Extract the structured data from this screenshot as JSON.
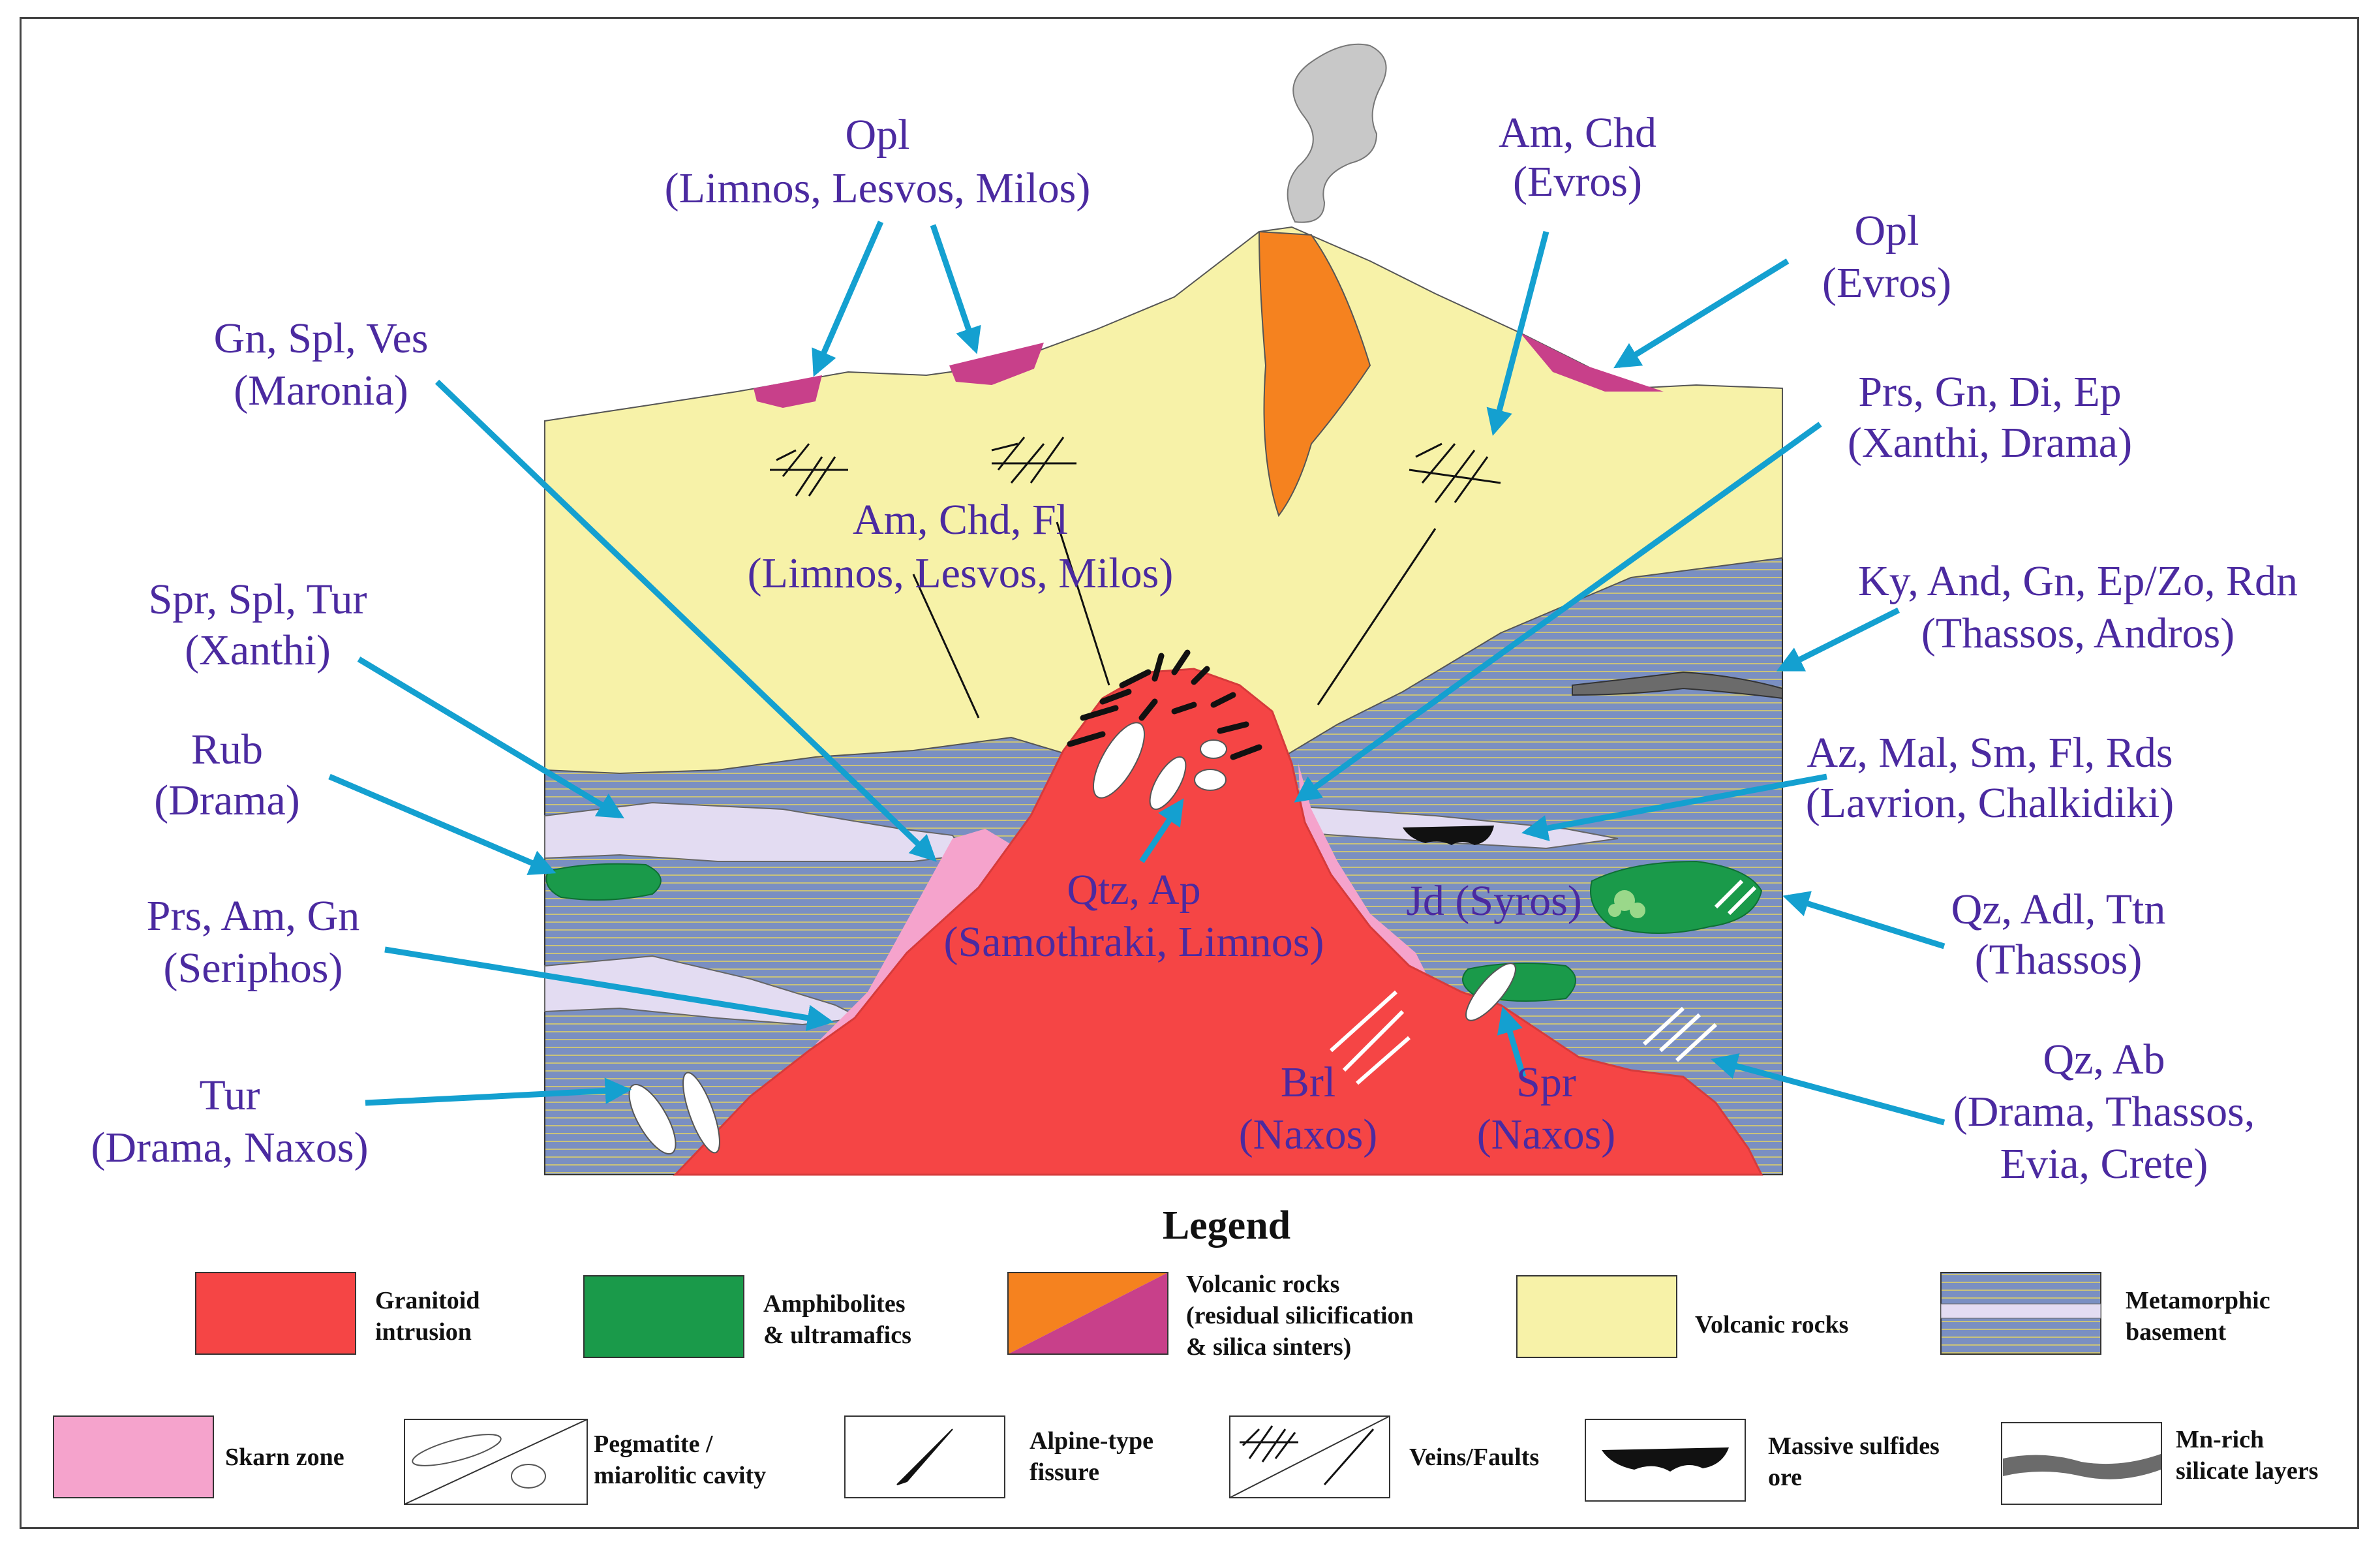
{
  "labels": {
    "opl_top": [
      "Opl",
      "(Limnos, Lesvos, Milos)"
    ],
    "am_chd_evros": [
      "Am, Chd",
      "(Evros)"
    ],
    "opl_evros": [
      "Opl",
      "(Evros)"
    ],
    "gn_spl_ves": [
      "Gn, Spl, Ves",
      "(Maronia)"
    ],
    "prs_gn_di_ep": [
      "Prs, Gn, Di, Ep",
      "(Xanthi, Drama)"
    ],
    "am_chd_fl": [
      "Am, Chd, Fl",
      "(Limnos, Lesvos, Milos)"
    ],
    "spr_spl_tur": [
      "Spr, Spl, Tur",
      "(Xanthi)"
    ],
    "ky_and": [
      "Ky, And, Gn, Ep/Zo, Rdn",
      "(Thassos, Andros)"
    ],
    "rub": [
      "Rub",
      "(Drama)"
    ],
    "az_mal": [
      "Az, Mal, Sm, Fl, Rds",
      "(Lavrion, Chalkidiki)"
    ],
    "qtz_ap": [
      "Qtz, Ap",
      "(Samothraki, Limnos)"
    ],
    "jd": "Jd (Syros)",
    "qz_adl_ttn": [
      "Qz, Adl, Ttn",
      "(Thassos)"
    ],
    "prs_am_gn": [
      "Prs, Am, Gn",
      "(Seriphos)"
    ],
    "tur": [
      "Tur",
      "(Drama, Naxos)"
    ],
    "brl": [
      "Brl",
      "(Naxos)"
    ],
    "spr_naxos": [
      "Spr",
      "(Naxos)"
    ],
    "qz_ab": [
      "Qz, Ab",
      "(Drama, Thassos,",
      "Evia, Crete)"
    ]
  },
  "legend": {
    "title": "Legend",
    "items": [
      {
        "lines": [
          "Granitoid",
          "intrusion"
        ]
      },
      {
        "lines": [
          "Amphibolites",
          "& ultramafics"
        ]
      },
      {
        "lines": [
          "Volcanic rocks",
          "(residual silicification",
          "& silica sinters)"
        ]
      },
      {
        "lines": [
          "Volcanic rocks"
        ]
      },
      {
        "lines": [
          "Metamorphic",
          "basement"
        ]
      },
      {
        "lines": [
          "Skarn zone"
        ]
      },
      {
        "lines": [
          "Pegmatite /",
          "miarolitic cavity"
        ]
      },
      {
        "lines": [
          "Alpine-type",
          "fissure"
        ]
      },
      {
        "lines": [
          "Veins/Faults"
        ]
      },
      {
        "lines": [
          "Massive sulfides",
          "ore"
        ]
      },
      {
        "lines": [
          "Mn-rich",
          "silicate layers"
        ]
      }
    ]
  },
  "colors": {
    "granitoid": "#f54545",
    "amphibolite": "#1a9a4a",
    "volcanic_orange": "#f5821f",
    "silica_sinter": "#c8408a",
    "volcanic": "#f7f2a8",
    "basement": "#7a8fc2",
    "skarn": "#f5a3cc",
    "arrow": "#14a0d0",
    "label": "#4b2aa0"
  }
}
